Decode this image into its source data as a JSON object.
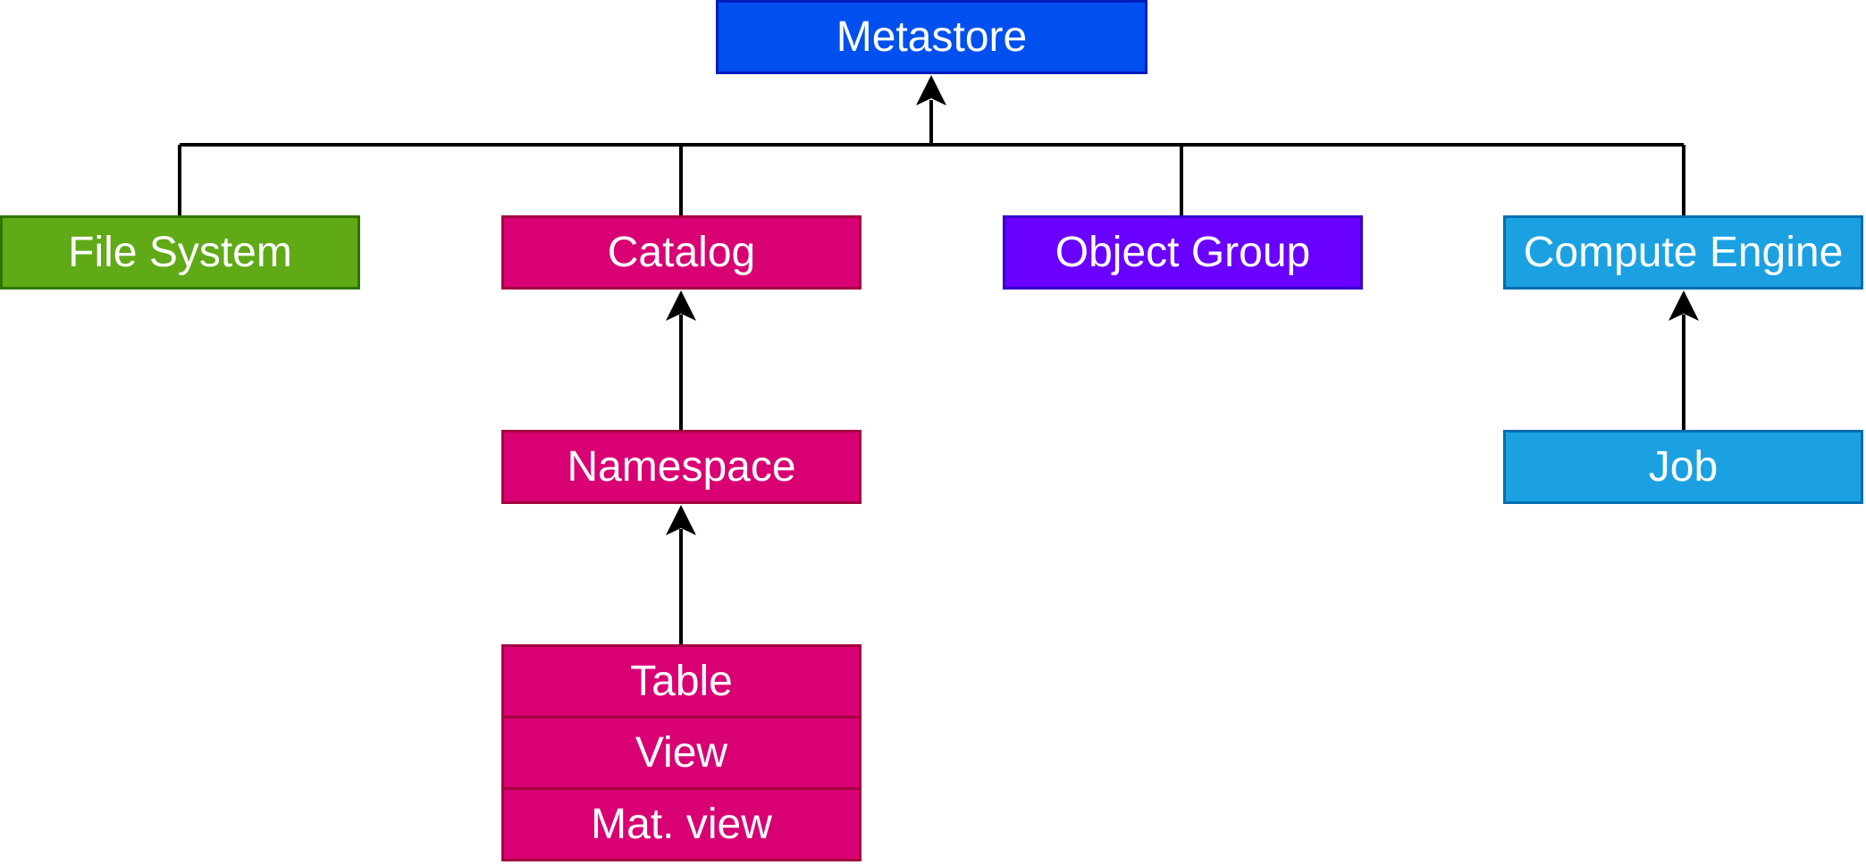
{
  "nodes": {
    "metastore": "Metastore",
    "file_system": "File System",
    "catalog": "Catalog",
    "object_group": "Object Group",
    "compute_engine": "Compute Engine",
    "namespace": "Namespace",
    "job": "Job",
    "table": "Table",
    "view": "View",
    "mat_view": "Mat. view"
  },
  "edges": [
    {
      "from": "File System",
      "to": "Metastore"
    },
    {
      "from": "Catalog",
      "to": "Metastore"
    },
    {
      "from": "Object Group",
      "to": "Metastore"
    },
    {
      "from": "Compute Engine",
      "to": "Metastore"
    },
    {
      "from": "Namespace",
      "to": "Catalog"
    },
    {
      "from": "Table / View / Mat. view",
      "to": "Namespace"
    },
    {
      "from": "Job",
      "to": "Compute Engine"
    }
  ],
  "colors": {
    "metastore": "#0050ef",
    "file_system": "#60a917",
    "catalog_group": "#d80073",
    "object_group": "#6a00ff",
    "compute_group": "#1ba1e2",
    "connector": "#000000"
  }
}
